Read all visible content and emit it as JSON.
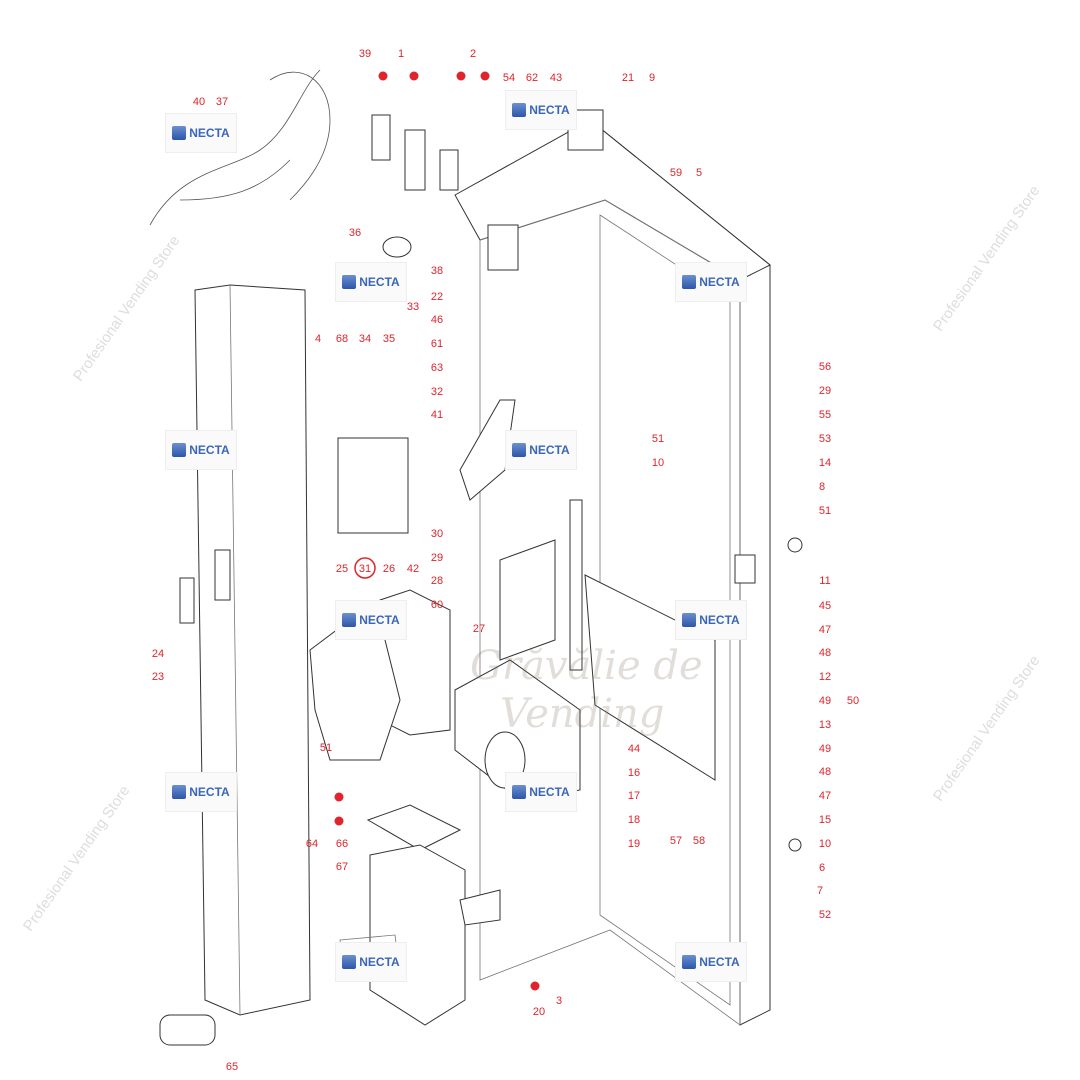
{
  "title": "Necta vending machine door exploded parts diagram",
  "brand_logo": "NECTA",
  "watermark": "Profesional Vending Store",
  "center_watermark": [
    "Grăvălie de",
    "Vending"
  ],
  "callouts": [
    "39",
    "1",
    "2",
    "54",
    "62",
    "43",
    "21",
    "9",
    "59",
    "5",
    "40",
    "37",
    "36",
    "38",
    "33",
    "22",
    "46",
    "61",
    "63",
    "32",
    "41",
    "30",
    "29",
    "28",
    "60",
    "42",
    "4",
    "68",
    "34",
    "35",
    "25",
    "31",
    "26",
    "27",
    "51",
    "10",
    "56",
    "29",
    "55",
    "53",
    "14",
    "8",
    "51",
    "11",
    "45",
    "47",
    "48",
    "12",
    "49",
    "13",
    "49",
    "48",
    "47",
    "15",
    "10",
    "6",
    "7",
    "50",
    "24",
    "23",
    "51",
    "44",
    "16",
    "17",
    "18",
    "19",
    "57",
    "58",
    "64",
    "66",
    "67",
    "52",
    "3",
    "20",
    "65"
  ],
  "highlighted_callout": "31",
  "colors": {
    "callout": "#e0242b",
    "line": "#333333",
    "logo": "#3a66b8"
  }
}
